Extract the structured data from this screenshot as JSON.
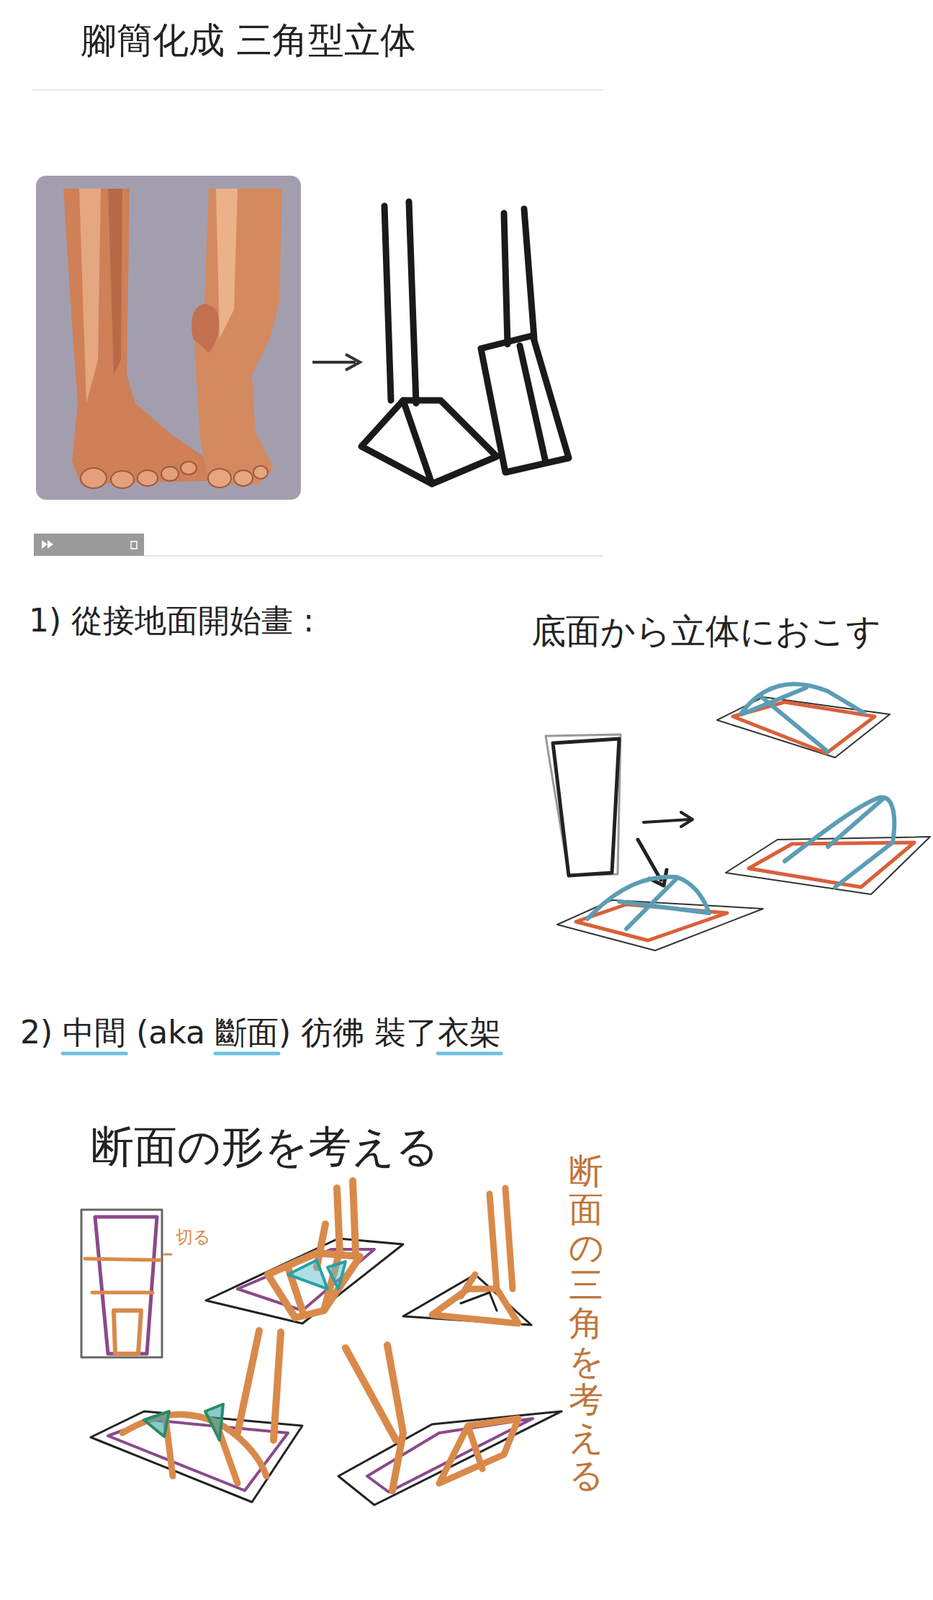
{
  "diagram": {
    "title": "腳簡化成 三角型立体",
    "labels": [
      "1) 從接地面開始畫 :",
      "底面から立体におこす",
      "2) 中間 (aka 斷面) 彷彿 裝了衣架",
      "断面の形を考える",
      "切る",
      "断面の三角を考える"
    ]
  }
}
